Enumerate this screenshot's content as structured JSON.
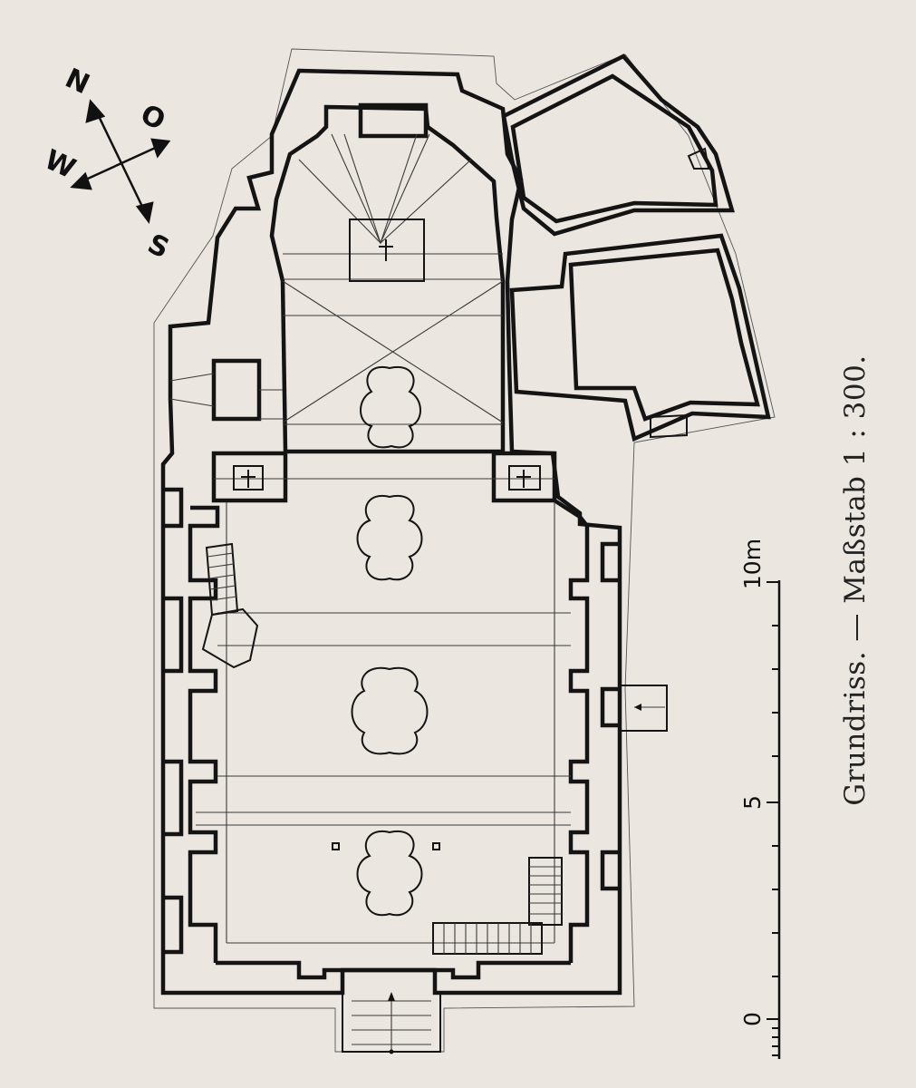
{
  "caption": "Grundriss. — Maßstab 1 : 300.",
  "compass": {
    "north": "N",
    "east": "O",
    "south": "S",
    "west": "W"
  },
  "scale_bar": {
    "labels": [
      "0",
      "5",
      "10m"
    ]
  },
  "colors": {
    "paper": "#ebe7e0",
    "ink": "#141414"
  }
}
